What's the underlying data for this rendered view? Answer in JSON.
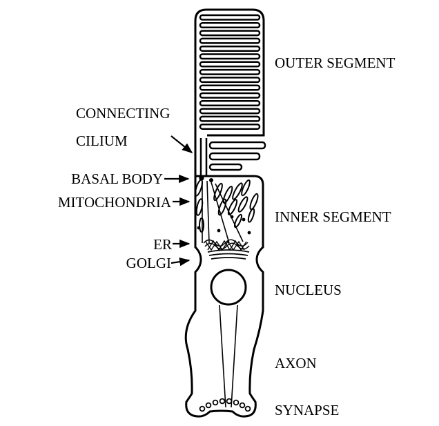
{
  "labels": {
    "outer_segment": "OUTER SEGMENT",
    "connecting_cilium_1": "CONNECTING",
    "connecting_cilium_2": "CILIUM",
    "basal_body": "BASAL BODY",
    "mitochondria": "MITOCHONDRIA",
    "inner_segment": "INNER SEGMENT",
    "er": "ER",
    "golgi": "GOLGI",
    "nucleus": "NUCLEUS",
    "axon": "AXON",
    "synapse": "SYNAPSE"
  },
  "colors": {
    "line": "#000000",
    "background": "#ffffff"
  }
}
